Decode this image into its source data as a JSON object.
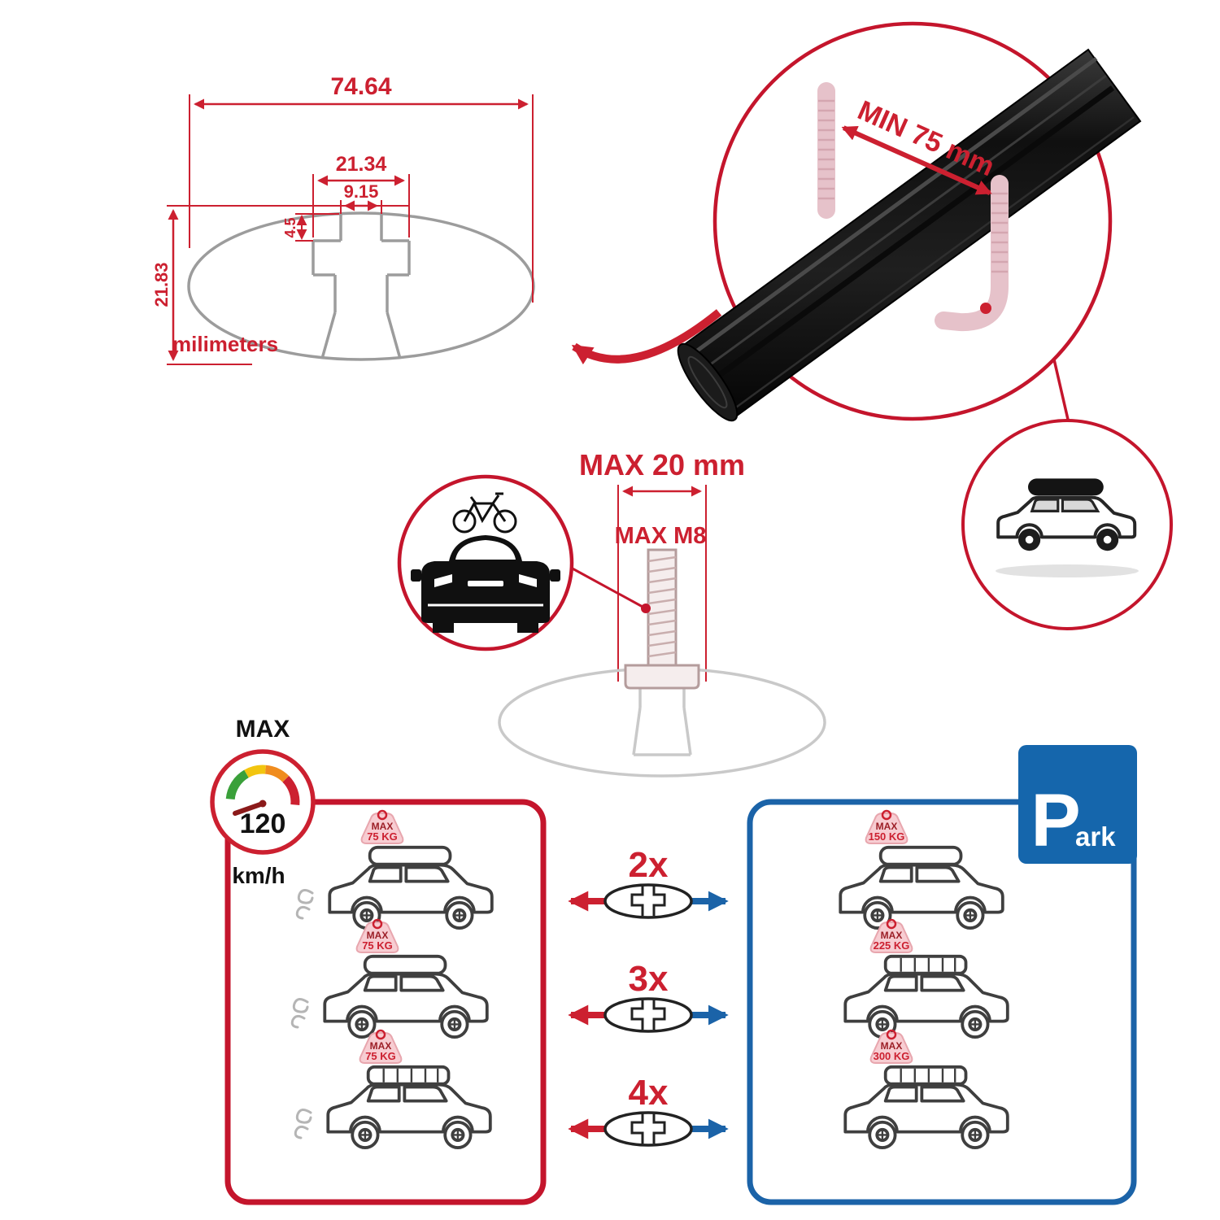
{
  "colors": {
    "accent_red": "#cc2030",
    "accent_blue": "#1b63a8",
    "park_blue": "#1566ac",
    "faint_pink": "#e6c2ca",
    "faint_grey": "#c9c9c9",
    "line_dark": "#3f3f3f"
  },
  "dimension_diagram": {
    "total_width": "74.64",
    "slot_outer_width": "21.34",
    "slot_opening_width": "9.15",
    "lip_depth": "4.5",
    "total_height": "21.83",
    "unit_label": "milimeters"
  },
  "crossbar_detail": {
    "min_span_label": "MIN 75 mm"
  },
  "bolt_diagram": {
    "max_width_label": "MAX 20 mm",
    "thread_label": "MAX M8"
  },
  "speed_limit": {
    "label": "MAX",
    "value": "120",
    "unit": "km/h"
  },
  "park_sign": {
    "letter": "P",
    "suffix": "ark"
  },
  "crossbar_options": [
    {
      "count": "2x"
    },
    {
      "count": "3x"
    },
    {
      "count": "4x"
    }
  ],
  "driving_panel": {
    "cars": [
      {
        "tag_label": "MAX",
        "tag_value": "75 KG"
      },
      {
        "tag_label": "MAX",
        "tag_value": "75 KG"
      },
      {
        "tag_label": "MAX",
        "tag_value": "75 KG"
      }
    ]
  },
  "parked_panel": {
    "cars": [
      {
        "tag_label": "MAX",
        "tag_value": "150 KG"
      },
      {
        "tag_label": "MAX",
        "tag_value": "225 KG"
      },
      {
        "tag_label": "MAX",
        "tag_value": "300 KG"
      }
    ]
  }
}
